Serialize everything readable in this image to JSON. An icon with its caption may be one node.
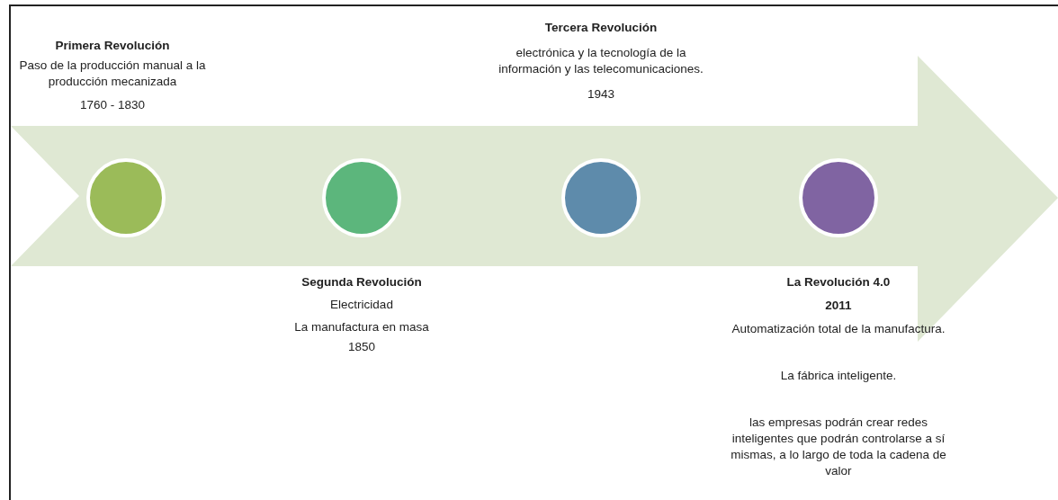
{
  "diagram": {
    "nodes": [
      {
        "text": [],
        "shape": "arrow"
      },
      {
        "text": [],
        "shape": "circle",
        "in": 0,
        "beside": [
          "Primera Revolución",
          "Paso de la producción manual a la producción mecanizada",
          "1760 - 1830"
        ]
      },
      {
        "text": [],
        "shape": "circle",
        "in": 0,
        "beside": [
          "Segunda Revolución",
          "Electricidad",
          "La manufactura en masa",
          "1850"
        ]
      },
      {
        "text": [],
        "shape": "circle",
        "in": 0,
        "beside": [
          "Tercera Revolución",
          "electrónica y la tecnología de la información y las telecomunicaciones.",
          "1943"
        ]
      },
      {
        "text": [],
        "shape": "circle",
        "in": 0,
        "beside": [
          "La  Revolución 4.0",
          "2011",
          "Automatización total de la manufactura.",
          "La fábrica inteligente.",
          "las empresas podrán crear redes inteligentes que podrán controlarse a sí mismas, a lo largo de toda la cadena de valor"
        ]
      }
    ]
  }
}
